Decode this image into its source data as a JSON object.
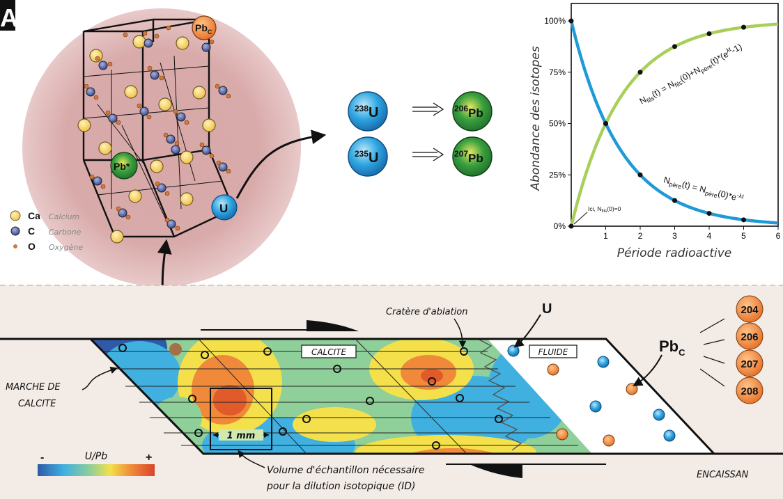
{
  "panel_letter": "A",
  "crystal": {
    "pb_common_label": "Pb",
    "pb_common_sub": "C",
    "pb_radiogenic_label": "Pb*",
    "uranium_label": "U"
  },
  "legend_atoms": [
    {
      "symbol": "Ca",
      "name": "Calcium",
      "color": "#f5d26a"
    },
    {
      "symbol": "C",
      "name": "Carbone",
      "color": "#5b6aa8"
    },
    {
      "symbol": "O",
      "name": "Oxygène",
      "color": "#d07a3a"
    }
  ],
  "decay": [
    {
      "parent_mass": "238",
      "parent": "U",
      "daughter_mass": "206",
      "daughter": "Pb"
    },
    {
      "parent_mass": "235",
      "parent": "U",
      "daughter_mass": "207",
      "daughter": "Pb"
    }
  ],
  "chart_data": {
    "type": "line",
    "xlabel": "Période radioactive",
    "ylabel": "Abondance des isotopes",
    "x_ticks": [
      "1",
      "2",
      "3",
      "4",
      "5",
      "6"
    ],
    "y_ticks": [
      "0%",
      "25%",
      "50%",
      "75%",
      "100%"
    ],
    "xlim": [
      0,
      6
    ],
    "ylim": [
      0,
      100
    ],
    "series": [
      {
        "name": "fils",
        "color": "#a7cf5a",
        "points": [
          [
            0,
            0
          ],
          [
            1,
            50
          ],
          [
            2,
            75
          ],
          [
            3,
            87.5
          ],
          [
            4,
            93.75
          ],
          [
            5,
            96.9
          ]
        ]
      },
      {
        "name": "père",
        "color": "#1e9ad6",
        "points": [
          [
            0,
            100
          ],
          [
            1,
            50
          ],
          [
            2,
            25
          ],
          [
            3,
            12.5
          ],
          [
            4,
            6.25
          ],
          [
            5,
            3.1
          ]
        ]
      }
    ],
    "annotations": {
      "fils_eq_a": "N",
      "fils_eq_a_sub": "fils",
      "fils_eq_b": "(t) = N",
      "fils_eq_b_sub": "fils",
      "fils_eq_c": "(0)+N",
      "fils_eq_c_sub": "père",
      "fils_eq_d": "(t)*(e",
      "fils_eq_e": "λt",
      "fils_eq_f": "-1)",
      "pere_eq_a": "N",
      "pere_eq_a_sub": "père",
      "pere_eq_b": "(t) = N",
      "pere_eq_b_sub": "père",
      "pere_eq_c": "(0)*e",
      "pere_eq_d": "-λt",
      "origin_a": "Ici, N",
      "origin_sub": "fils",
      "origin_b": "(0)=0"
    }
  },
  "section": {
    "crater_label": "Cratère d'ablation",
    "calcite_box": "CALCITE",
    "fluide_box": "FLUIDE",
    "u_label": "U",
    "pbc_label": "Pb",
    "pbc_sub": "C",
    "pb_isotopes": [
      "204",
      "206",
      "207",
      "208"
    ],
    "marche_line1": "MARCHE DE",
    "marche_line2": "CALCITE",
    "scale_label": "1 mm",
    "volume_line1": "Volume d'échantillon nécessaire",
    "volume_line2": "pour la dilution isotopique (ID)",
    "encaissant": "ENCAISSAN",
    "colorbar_minus": "-",
    "colorbar_label": "U/Pb",
    "colorbar_plus": "+",
    "colorbar_colors": [
      "#2f5aa8",
      "#3fb0e0",
      "#8fcf9a",
      "#f4e04a",
      "#f08a3a",
      "#d9452a"
    ]
  }
}
